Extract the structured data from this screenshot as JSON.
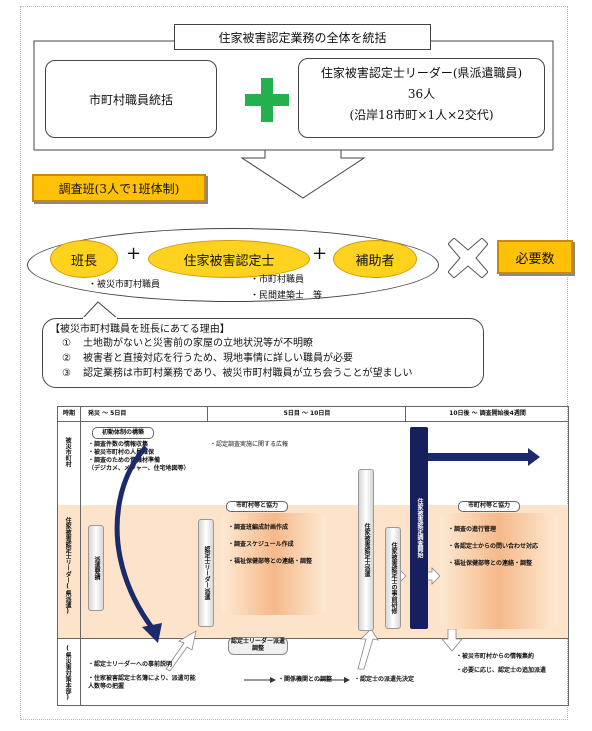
{
  "top": {
    "title": "住家被害認定業務の全体を統括",
    "municipal_box": "市町村職員統括",
    "leader_box": {
      "line1": "住家被害認定士リーダー(県派遣職員)",
      "line2": "36人",
      "line3": "(沿岸18市町×1人×2交代)"
    },
    "plus_color": "#22b14c"
  },
  "team": {
    "label": "調査班(3人で1班体制)",
    "chief": "班長",
    "assessor": "住家被害認定士",
    "assistant": "補助者",
    "plus": "+",
    "required": "必要数",
    "chief_note": "・被災市町村職員",
    "assessor_note1": "・市町村職員",
    "assessor_note2": "・民間建築士　等"
  },
  "reason": {
    "title": "【被災市町村職員を班長にあてる理由】",
    "items": [
      {
        "num": "①",
        "text": "土地勘がないと災害前の家屋の立地状況等が不明瞭"
      },
      {
        "num": "②",
        "text": "被害者と直接対応を行うため、現地事情に詳しい職員が必要"
      },
      {
        "num": "③",
        "text": "認定業務は市町村業務であり、被災市町村職員が立ち会うことが望ましい"
      }
    ]
  },
  "flow": {
    "corner": "時期",
    "phases": [
      "発災 ～ 5日目",
      "5日目 ～ 10日目",
      "10日後 ～ 調査開始後4週間"
    ],
    "rows": [
      "被災市町村",
      "住家被害認定士リーダー(県派遣)",
      "(県災害対策本部)"
    ],
    "row1": {
      "setup_title": "初動体制の構築",
      "setup_items": [
        "・調査件数の情報収集",
        "・被災市町村の人員確保",
        "・調査のための資機材準備",
        "（デジカメ、メジャー、住宅地図等）"
      ],
      "pr": "・認定調査実施に関する広報",
      "coop_title": "市町村等と協力"
    },
    "row2": {
      "dispatch_left": "派遣要請",
      "dispatch_leader": "認定士リーダー派遣",
      "middle_items": [
        "・調査班編成計画作成",
        "・調査スケジュール作成",
        "・福祉保健部等との連絡・調整"
      ],
      "dispatch_assessor": "住家被害認定士派遣",
      "training": "住家被害認定士の事前研修",
      "survey": "住家被害認定調査開始",
      "right_items": [
        "・調査の進行管理",
        "・各認定士からの問い合わせ対応",
        "・福祉保健部等との連絡・調整"
      ],
      "leader_adjust": "認定士リーダー派遣調整"
    },
    "row3": {
      "items_left": [
        "・認定士リーダーへの事前説明",
        "・住家被害認定士名簿により、派遣可能人数等の把握"
      ],
      "items_mid": "・関係機関との調整",
      "items_mid2": "・認定士の派遣先決定",
      "items_right": [
        "・被災市町村からの情報集約",
        "・必要に応じ、認定士の追加派遣"
      ]
    }
  }
}
